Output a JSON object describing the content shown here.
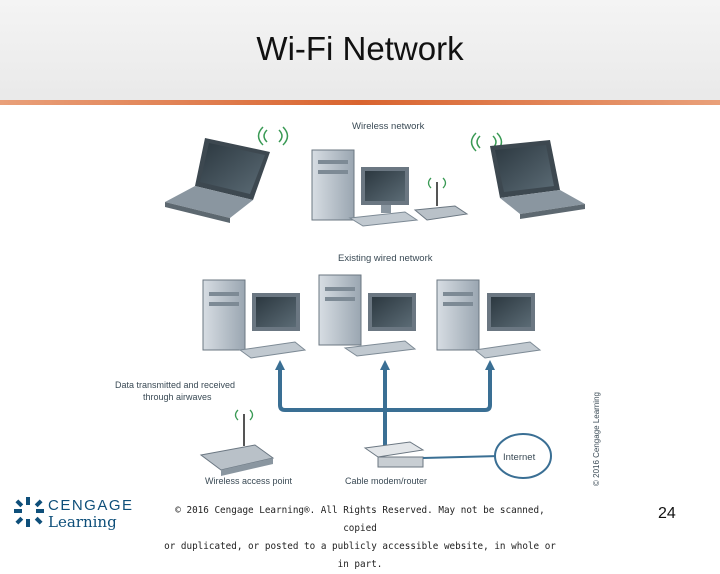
{
  "slide": {
    "title": "Wi-Fi Network",
    "page_number": "24",
    "copyright_line1": "© 2016 Cengage Learning®. All Rights Reserved. May not be scanned, copied",
    "copyright_line2": "or duplicated, or posted to a publicly accessible website, in whole or in part."
  },
  "logo": {
    "top": "CENGAGE",
    "bottom": "Learning"
  },
  "diagram": {
    "wireless_network_label": "Wireless network",
    "existing_wired_label": "Existing wired network",
    "data_transmitted_line1": "Data transmitted and received",
    "data_transmitted_line2": "through airwaves",
    "wireless_access_point_label": "Wireless access point",
    "cable_modem_label": "Cable modem/router",
    "internet_label": "Internet",
    "vertical_copyright": "© 2016 Cengage Learning"
  },
  "colors": {
    "accent_line": "#d9642f",
    "wire": "#3a6f94",
    "text": "#3a4a55",
    "logo": "#0e4f7a"
  }
}
